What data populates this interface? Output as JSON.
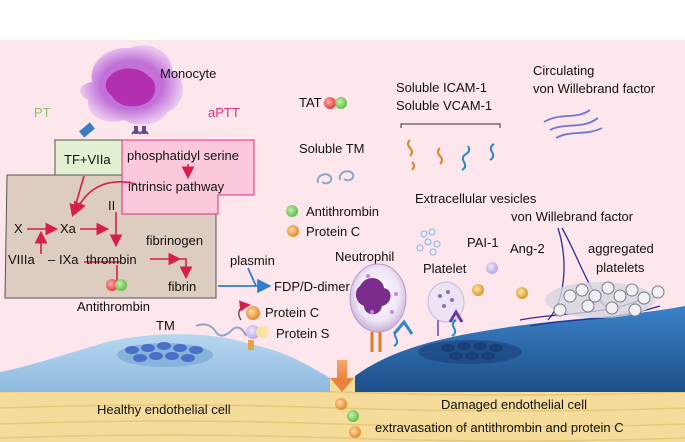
{
  "labels": {
    "monocyte": "Monocyte",
    "pt": "PT",
    "aptt": "aPTT",
    "tf_viia": "TF+VIIa",
    "phosphatidyl_serine": "phosphatidyl serine",
    "intrinsic_pathway": "intrinsic pathway",
    "ii": "II",
    "x": "X",
    "xa": "Xa",
    "viiia": "VIIIa",
    "dash": "–",
    "ixa": "IXa",
    "thrombin": "thrombin",
    "fibrinogen": "fibrinogen",
    "fibrin": "fibrin",
    "plasmin": "plasmin",
    "fdp": "FDP/D-dimer",
    "antithrombin_left": "Antithrombin",
    "tm": "TM",
    "protein_c_left": "Protein C",
    "protein_s": "Protein S",
    "tat": "TAT",
    "soluble_tm": "Soluble TM",
    "antithrombin_mid": "Antithrombin",
    "protein_c_mid": "Protein C",
    "soluble_icam": "Soluble ICAM-1",
    "soluble_vcam": "Soluble VCAM-1",
    "circ_vwf_1": "Circulating",
    "circ_vwf_2": "von Willebrand factor",
    "extracellular_vesicles": "Extracellular vesicles",
    "vwf": "von Willebrand factor",
    "pai1": "PAI-1",
    "ang2": "Ang-2",
    "aggregated_1": "aggregated",
    "aggregated_2": "platelets",
    "neutrophil": "Neutrophil",
    "platelet": "Platelet",
    "healthy_cell": "Healthy endothelial cell",
    "damaged_cell": "Damaged endothelial cell",
    "extravasation": "extravasation of antithrombin and protein C"
  },
  "colors": {
    "background": "#fde6ec",
    "cascade_box": "#ddccc0",
    "tf_box": "#e3f0d2",
    "pl_box": "#fcc8de",
    "arrow_red": "#d6204b",
    "arrow_blue": "#2f7fcf",
    "healthy_cell": "#9ec6e6",
    "damaged_cell": "#2a6aa8",
    "tissue": "#f5dc9a",
    "pt_label": "#8ec06c",
    "aptt_label": "#e0307a"
  }
}
